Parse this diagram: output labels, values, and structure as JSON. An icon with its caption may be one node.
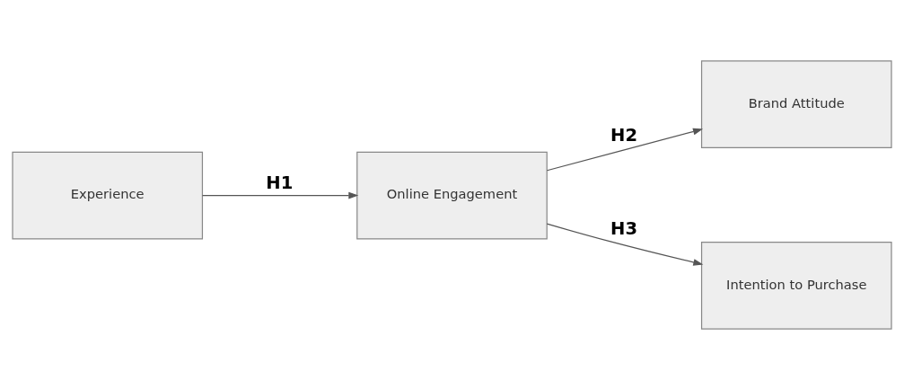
{
  "diagram": {
    "nodes": [
      {
        "text": [
          "Experience"
        ]
      },
      {
        "text": [
          "Online Engagement"
        ]
      },
      {
        "text": [
          "Brand Attitude"
        ]
      },
      {
        "text": [
          "Intention to Purchase"
        ]
      }
    ],
    "edges": [
      {
        "from": 0,
        "to": 1,
        "arrow": "to",
        "label": "H1"
      },
      {
        "from": 1,
        "to": 2,
        "arrow": "to",
        "label": "H2"
      },
      {
        "from": 1,
        "to": 3,
        "arrow": "to",
        "label": "H3"
      }
    ]
  }
}
